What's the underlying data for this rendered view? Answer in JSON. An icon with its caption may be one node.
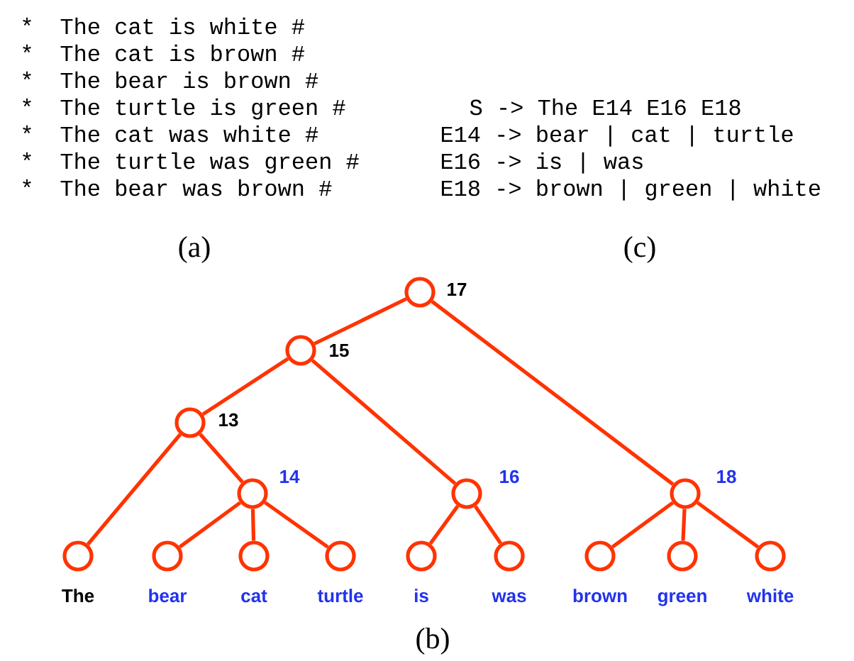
{
  "diagram": {
    "nodes": [
      {
        "text": [],
        "shape": "circle",
        "beside": [
          "17"
        ]
      },
      {
        "text": [],
        "shape": "circle",
        "beside": [
          "15"
        ]
      },
      {
        "text": [],
        "shape": "circle",
        "beside": [
          "13"
        ]
      },
      {
        "text": [],
        "shape": "circle",
        "beside": [
          "14"
        ]
      },
      {
        "text": [],
        "shape": "circle",
        "beside": [
          "16"
        ]
      },
      {
        "text": [],
        "shape": "circle",
        "beside": [
          "18"
        ]
      },
      {
        "text": [],
        "shape": "circle",
        "beside": [
          "The"
        ]
      },
      {
        "text": [],
        "shape": "circle",
        "beside": [
          "bear"
        ]
      },
      {
        "text": [],
        "shape": "circle",
        "beside": [
          "cat"
        ]
      },
      {
        "text": [],
        "shape": "circle",
        "beside": [
          "turtle"
        ]
      },
      {
        "text": [],
        "shape": "circle",
        "beside": [
          "is"
        ]
      },
      {
        "text": [],
        "shape": "circle",
        "beside": [
          "was"
        ]
      },
      {
        "text": [],
        "shape": "circle",
        "beside": [
          "brown"
        ]
      },
      {
        "text": [],
        "shape": "circle",
        "beside": [
          "green"
        ]
      },
      {
        "text": [],
        "shape": "circle",
        "beside": [
          "white"
        ]
      }
    ],
    "edges": [
      {
        "from": 0,
        "to": 1,
        "arrow": "none"
      },
      {
        "from": 0,
        "to": 5,
        "arrow": "none"
      },
      {
        "from": 1,
        "to": 2,
        "arrow": "none"
      },
      {
        "from": 1,
        "to": 4,
        "arrow": "none"
      },
      {
        "from": 2,
        "to": 6,
        "arrow": "none"
      },
      {
        "from": 2,
        "to": 3,
        "arrow": "none"
      },
      {
        "from": 3,
        "to": 7,
        "arrow": "none"
      },
      {
        "from": 3,
        "to": 8,
        "arrow": "none"
      },
      {
        "from": 3,
        "to": 9,
        "arrow": "none"
      },
      {
        "from": 4,
        "to": 10,
        "arrow": "none"
      },
      {
        "from": 4,
        "to": 11,
        "arrow": "none"
      },
      {
        "from": 5,
        "to": 12,
        "arrow": "none"
      },
      {
        "from": 5,
        "to": 13,
        "arrow": "none"
      },
      {
        "from": 5,
        "to": 14,
        "arrow": "none"
      }
    ],
    "labels": [
      "*",
      "The cat is white #",
      "*",
      "The cat is brown #",
      "*",
      "The bear is brown #",
      "*",
      "The turtle is green #",
      "S -> The E14 E16 E18",
      "*",
      "The cat was white #",
      "E14 -> bear | cat | turtle",
      "*",
      "The turtle was green #",
      "E16 -> is | was",
      "*",
      "The bear was brown #",
      "E18 -> brown | green | white",
      "(a)",
      "(c)",
      "(b)"
    ]
  }
}
